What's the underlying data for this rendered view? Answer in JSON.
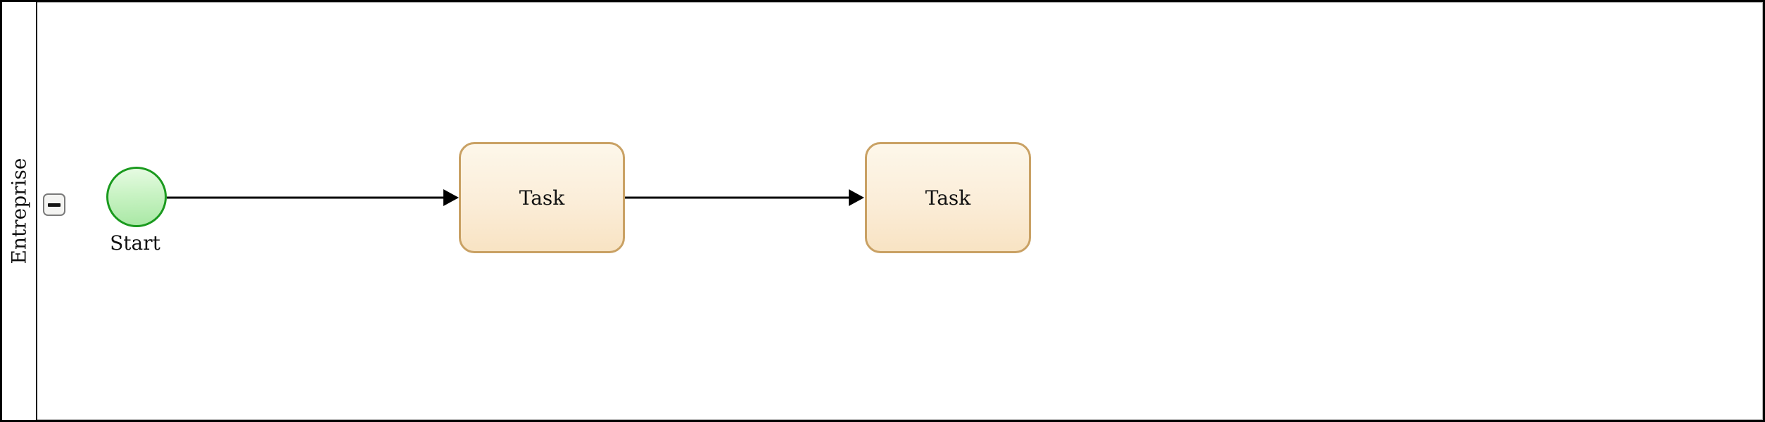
{
  "pool": {
    "label": "Entreprise",
    "collapse_button_symbol": "−",
    "collapsed": false
  },
  "nodes": [
    {
      "id": "start",
      "type": "start-event",
      "shape": "circle",
      "label": "Start",
      "stroke": "#1a9a1e",
      "fill_top": "#e7fbe3",
      "fill_bottom": "#a9e8a5"
    },
    {
      "id": "task-1",
      "type": "task",
      "shape": "rounded-rectangle",
      "label": "Task",
      "stroke": "#c9a164",
      "fill_top": "#fdf7ea",
      "fill_bottom": "#f8e3c3"
    },
    {
      "id": "task-2",
      "type": "task",
      "shape": "rounded-rectangle",
      "label": "Task",
      "stroke": "#c9a164",
      "fill_top": "#fdf7ea",
      "fill_bottom": "#f8e3c3"
    }
  ],
  "edges": [
    {
      "from": "start",
      "to": "task-1",
      "type": "sequence-flow",
      "arrowhead": "filled-triangle"
    },
    {
      "from": "task-1",
      "to": "task-2",
      "type": "sequence-flow",
      "arrowhead": "filled-triangle"
    }
  ],
  "colors": {
    "background": "#ffffff",
    "pool_border": "#000000",
    "lane_inner_line": "#b6b6b6",
    "collapse_button_border": "#7a7a7a",
    "collapse_button_fill": "#f4f4f2",
    "flow_line": "#000000"
  }
}
